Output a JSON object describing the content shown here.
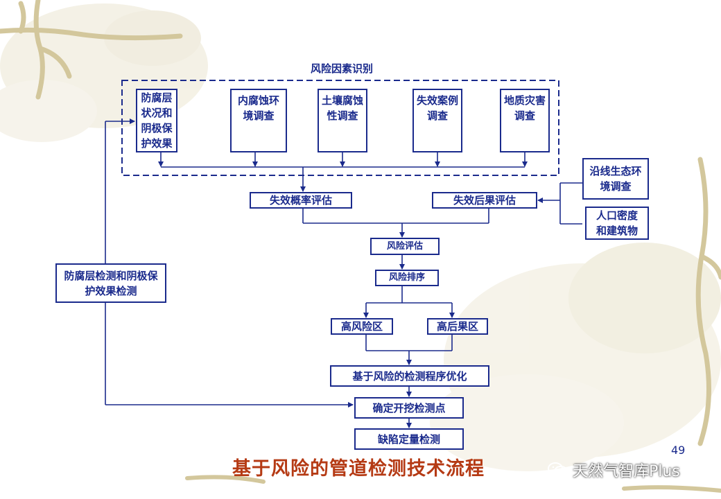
{
  "group": {
    "label": "风险因素识别"
  },
  "nodes": {
    "coating": "防腐层\n状况和\n阴极保\n护效果",
    "internal_corrosion": "内腐蚀环\n境调查",
    "soil_corrosion": "土壤腐蚀\n性调查",
    "failure_cases": "失效案例\n调查",
    "geohazard": "地质灾害\n调查",
    "eco_env": "沿线生态环\n境调查",
    "population": "人口密度\n和建筑物",
    "failure_prob": "失效概率评估",
    "failure_conseq": "失效后果评估",
    "risk_eval": "风险评估",
    "risk_rank": "风险排序",
    "high_risk": "高风险区",
    "high_conseq": "高后果区",
    "optimize": "基于风险的检测程序优化",
    "coating_detect": "防腐层检测和阴极保\n护效果检测",
    "excavation": "确定开挖检测点",
    "defect": "缺陷定量检测"
  },
  "slide": {
    "page_number": "49",
    "title": "基于风险的管道检测技术流程",
    "watermark": "天然气智库Plus"
  },
  "colors": {
    "line": "#1a2a8c",
    "title": "#b53a14",
    "leaf": "#e4dcc0"
  }
}
